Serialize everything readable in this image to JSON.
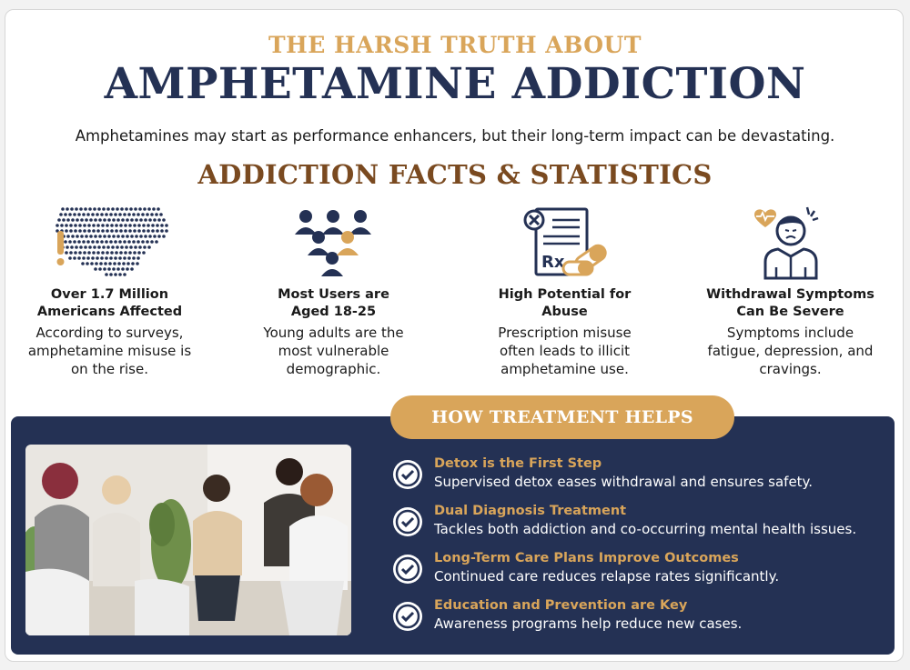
{
  "colors": {
    "gold": "#d9a55a",
    "navy": "#243154",
    "brown": "#7a4a20",
    "text": "#1a1a1a",
    "white": "#ffffff"
  },
  "header": {
    "kicker": "THE HARSH TRUTH ABOUT",
    "title": "AMPHETAMINE ADDICTION",
    "subtitle": "Amphetamines may start as performance enhancers, but their long-term impact can be devastating."
  },
  "facts": {
    "heading": "ADDICTION FACTS & STATISTICS",
    "items": [
      {
        "icon": "usa-map-people-icon",
        "title": "Over 1.7 Million\nAmericans Affected",
        "desc": "According to surveys,\namphetamine misuse is\non the rise."
      },
      {
        "icon": "group-people-icon",
        "title": "Most Users are\nAged 18-25",
        "desc": "Young adults are the\nmost vulnerable\ndemographic."
      },
      {
        "icon": "prescription-pills-icon",
        "title": "High Potential for\nAbuse",
        "desc": "Prescription misuse\noften leads to illicit\namphetamine use."
      },
      {
        "icon": "withdrawal-person-icon",
        "title": "Withdrawal Symptoms\nCan Be Severe",
        "desc": "Symptoms include\nfatigue, depression, and\ncravings."
      }
    ]
  },
  "treatment": {
    "heading": "HOW TREATMENT HELPS",
    "photo": "group-therapy-photo",
    "items": [
      {
        "title": "Detox is the First Step",
        "desc": "Supervised detox eases withdrawal and ensures safety."
      },
      {
        "title": "Dual Diagnosis Treatment",
        "desc": "Tackles both addiction and co-occurring mental health issues."
      },
      {
        "title": "Long-Term Care Plans Improve Outcomes",
        "desc": "Continued care reduces relapse rates significantly."
      },
      {
        "title": "Education and Prevention are Key",
        "desc": "Awareness programs help reduce new cases."
      }
    ]
  }
}
